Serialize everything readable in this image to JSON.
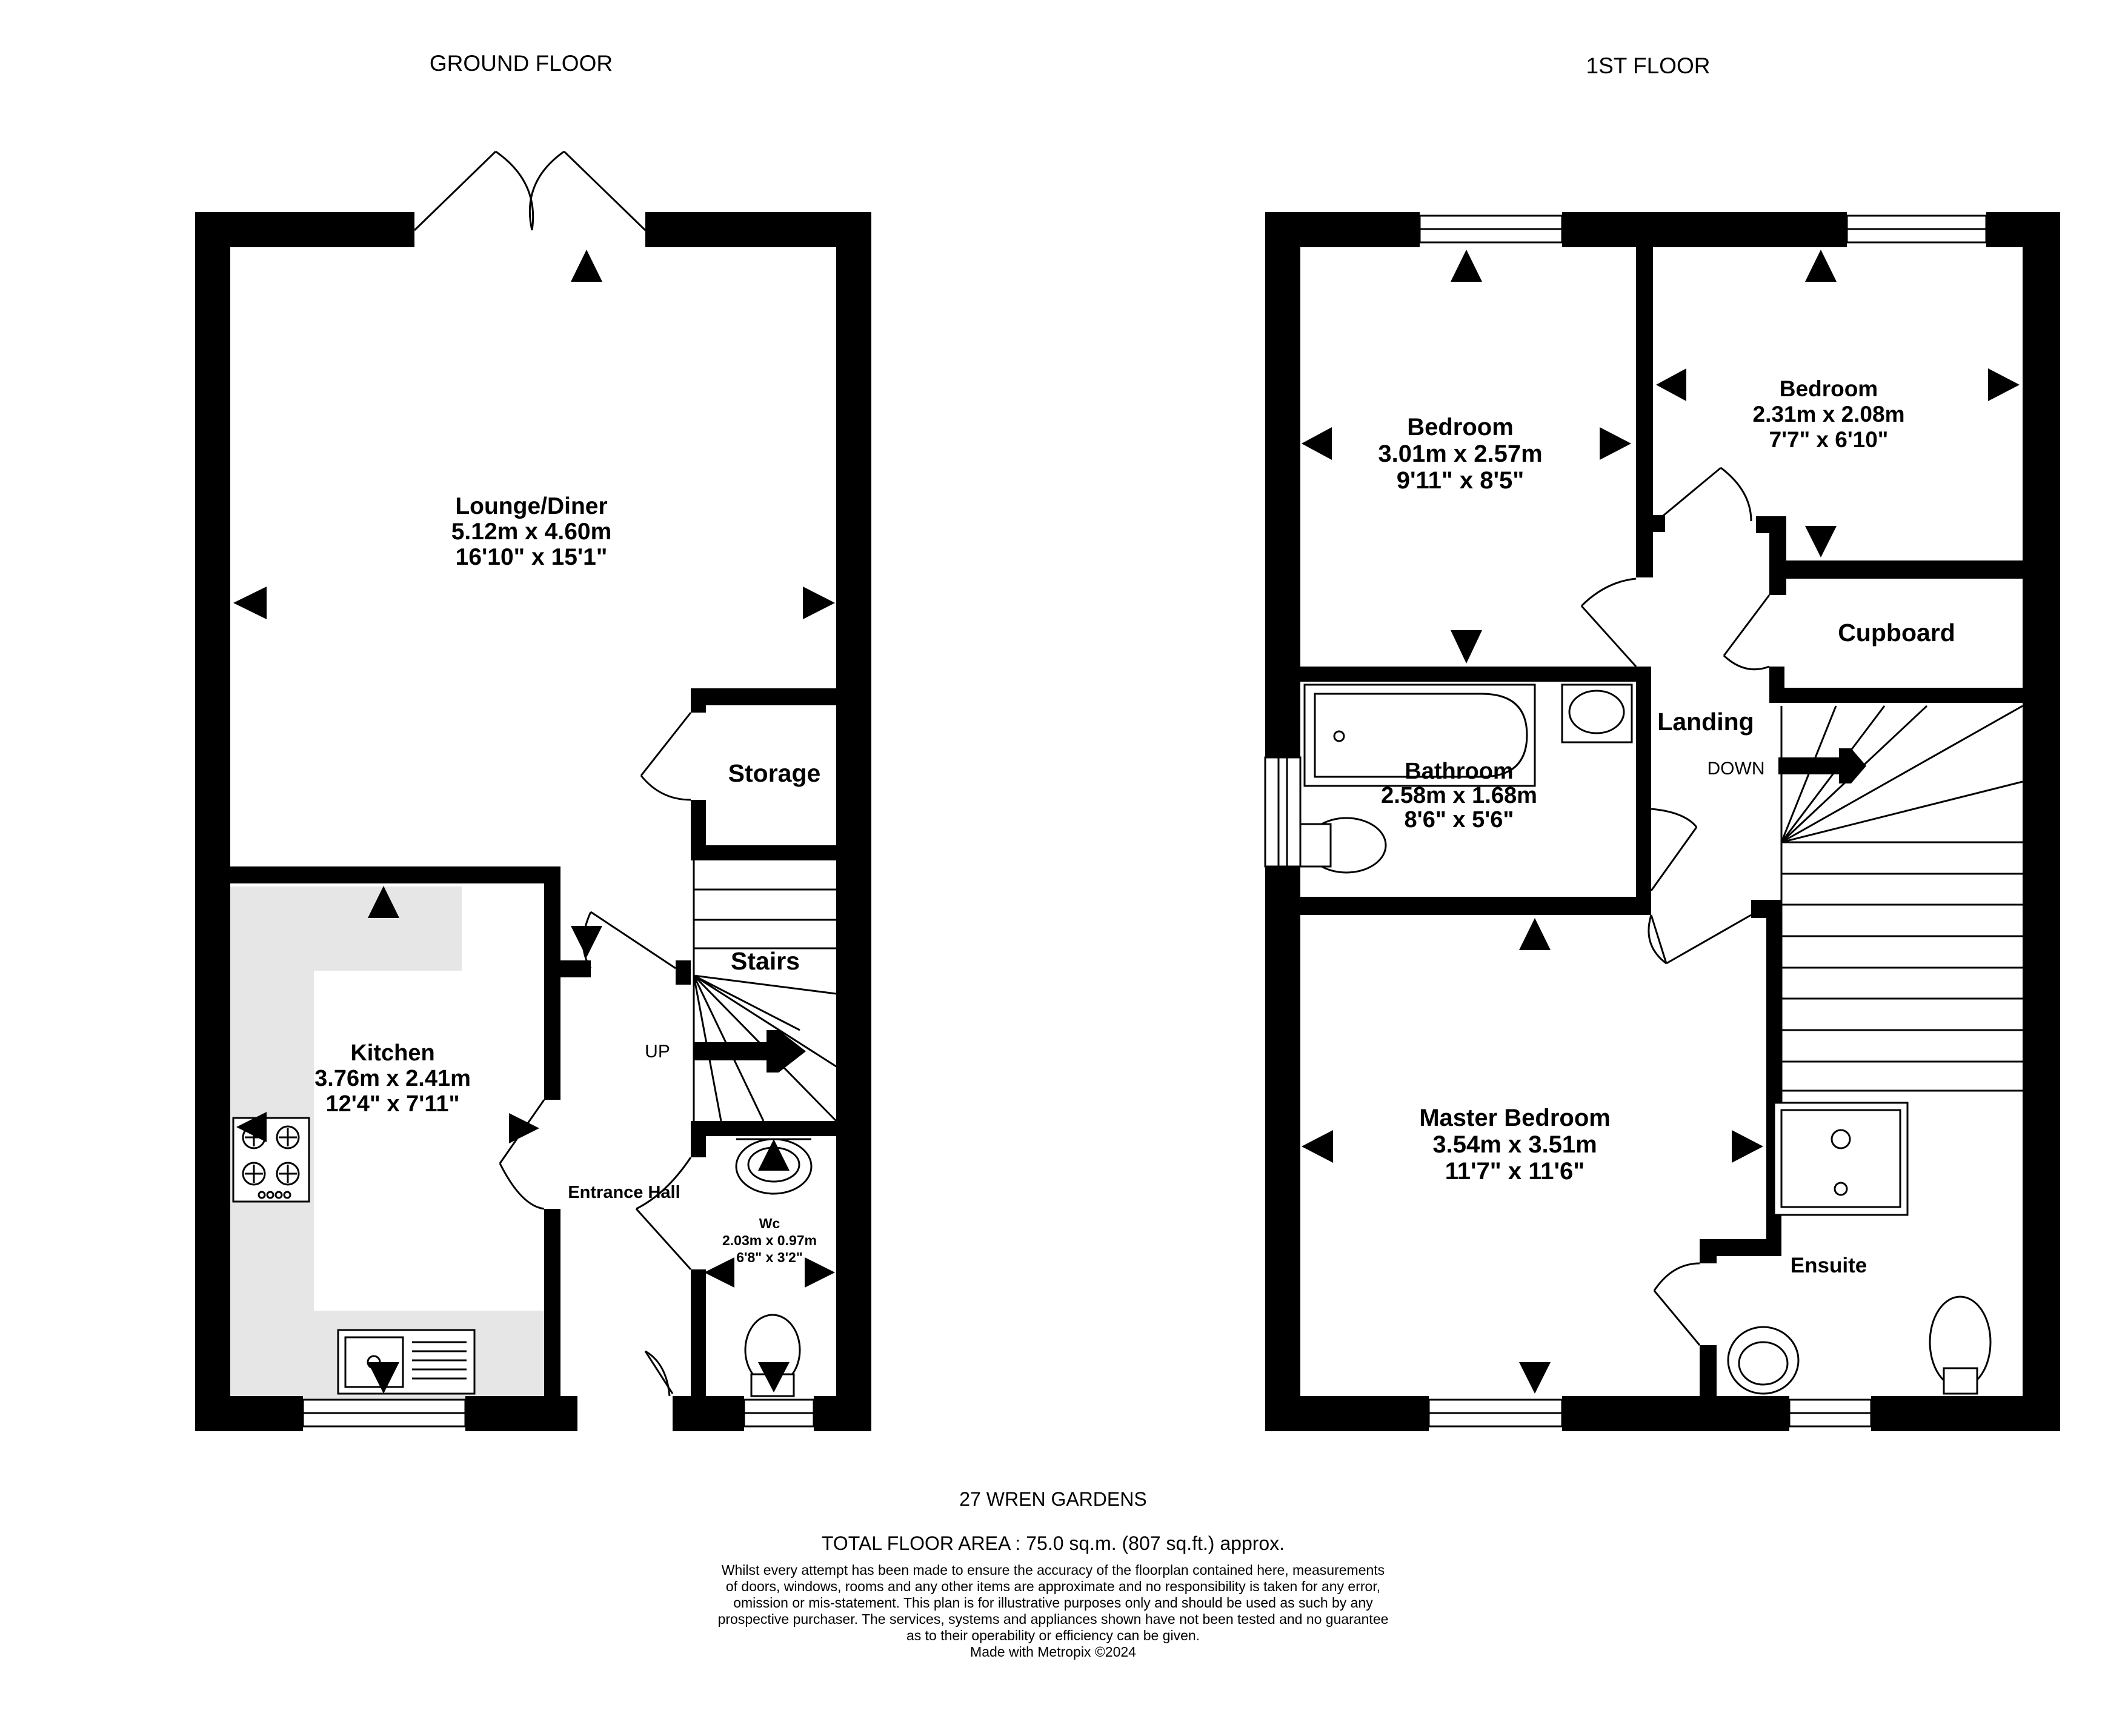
{
  "floors": {
    "ground": {
      "title": "GROUND FLOOR"
    },
    "first": {
      "title": "1ST FLOOR"
    }
  },
  "rooms": {
    "lounge": {
      "name": "Lounge/Diner",
      "metric": "5.12m  x 4.60m",
      "imperial": "16'10\"  x 15'1\""
    },
    "storage": {
      "name": "Storage"
    },
    "stairs": {
      "name": "Stairs",
      "direction": "UP"
    },
    "kitchen": {
      "name": "Kitchen",
      "metric": "3.76m  x 2.41m",
      "imperial": "12'4\"  x 7'11\""
    },
    "hall": {
      "name": "Entrance Hall"
    },
    "wc": {
      "name": "Wc",
      "metric": "2.03m  x 0.97m",
      "imperial": "6'8\"  x 3'2\""
    },
    "bedroom1": {
      "name": "Bedroom",
      "metric": "3.01m  x 2.57m",
      "imperial": "9'11\"  x 8'5\""
    },
    "bedroom2": {
      "name": "Bedroom",
      "metric": "2.31m  x 2.08m",
      "imperial": "7'7\"  x 6'10\""
    },
    "cupboard": {
      "name": "Cupboard"
    },
    "landing": {
      "name": "Landing",
      "direction": "DOWN"
    },
    "bathroom": {
      "name": "Bathroom",
      "metric": "2.58m  x 1.68m",
      "imperial": "8'6\"  x 5'6\""
    },
    "master": {
      "name": "Master Bedroom",
      "metric": "3.54m  x 3.51m",
      "imperial": "11'7\"  x 11'6\""
    },
    "ensuite": {
      "name": "Ensuite"
    }
  },
  "footer": {
    "address": "27 WREN GARDENS",
    "total_area": "TOTAL FLOOR AREA : 75.0 sq.m. (807 sq.ft.) approx.",
    "disclaimer": [
      "Whilst every attempt has been made to ensure the accuracy of the floorplan contained here, measurements",
      "of doors, windows, rooms and any other items are approximate and no responsibility is taken for any error,",
      "omission or mis-statement. This plan is for illustrative purposes only and should be used as such by any",
      "prospective purchaser. The services, systems and appliances shown have not been tested and no guarantee",
      "as to their operability or efficiency can be given."
    ],
    "credit": "Made with Metropix ©2024"
  },
  "colors": {
    "wall": "#000000",
    "kitchen_worktop": "#e6e6e6",
    "background": "#ffffff"
  }
}
